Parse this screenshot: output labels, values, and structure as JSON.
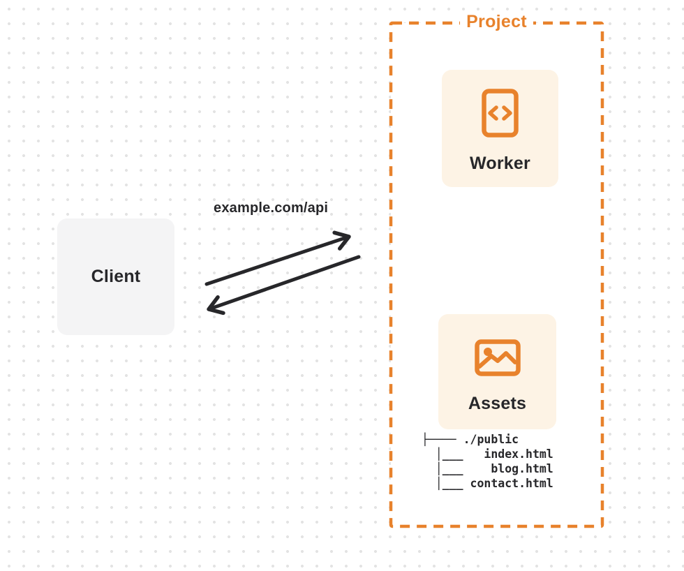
{
  "diagram": {
    "project": {
      "label": "Project"
    },
    "client": {
      "label": "Client"
    },
    "worker": {
      "label": "Worker",
      "icon": "code-file-icon"
    },
    "assets": {
      "label": "Assets",
      "icon": "image-icon"
    },
    "request_label": "example.com/api",
    "file_tree": {
      "lines": [
        "├──── ./public",
        "  │___   index.html",
        "  │___    blog.html",
        "  │___ contact.html"
      ]
    },
    "colors": {
      "accent_orange": "#e8822c",
      "node_cream": "#fdf3e5",
      "client_gray": "#f4f4f5",
      "ink": "#27272a",
      "grid_dot": "#e3e3e3"
    }
  }
}
